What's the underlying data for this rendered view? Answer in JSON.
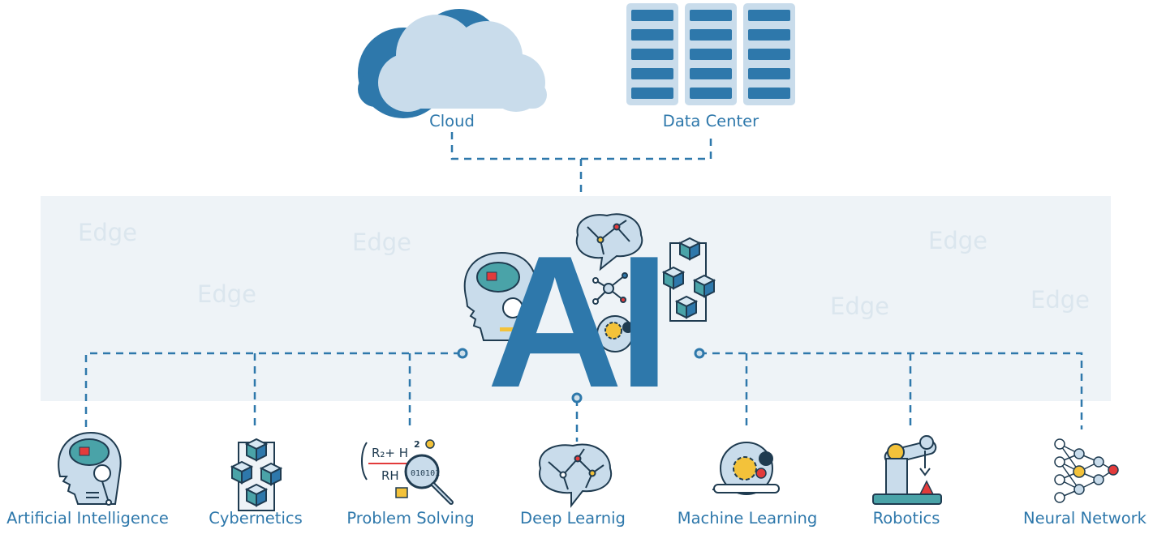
{
  "diagram": {
    "ai_label": "AI",
    "top_nodes": {
      "cloud": "Cloud",
      "data_center": "Data Center"
    },
    "edge_labels": [
      "Edge",
      "Edge",
      "Edge",
      "Edge",
      "Edge",
      "Edge"
    ],
    "bottom_nodes": [
      {
        "label": "Artificial Intelligence",
        "icon": "ai-head-icon"
      },
      {
        "label": "Cybernetics",
        "icon": "cubes-icon"
      },
      {
        "label": "Problem Solving",
        "icon": "magnifier-formula-icon"
      },
      {
        "label": "Deep Learnig",
        "icon": "brain-network-icon"
      },
      {
        "label": "Machine Learning",
        "icon": "lightbulb-gears-icon"
      },
      {
        "label": "Robotics",
        "icon": "robot-arm-icon"
      },
      {
        "label": "Neural Network",
        "icon": "neural-network-icon"
      }
    ],
    "colors": {
      "accent": "#2e78ab",
      "light_blue": "#c9dceb",
      "band": "#eef3f7",
      "edge_text": "#dbe6ee",
      "gold": "#f3c23a",
      "red": "#e23b3b"
    }
  }
}
